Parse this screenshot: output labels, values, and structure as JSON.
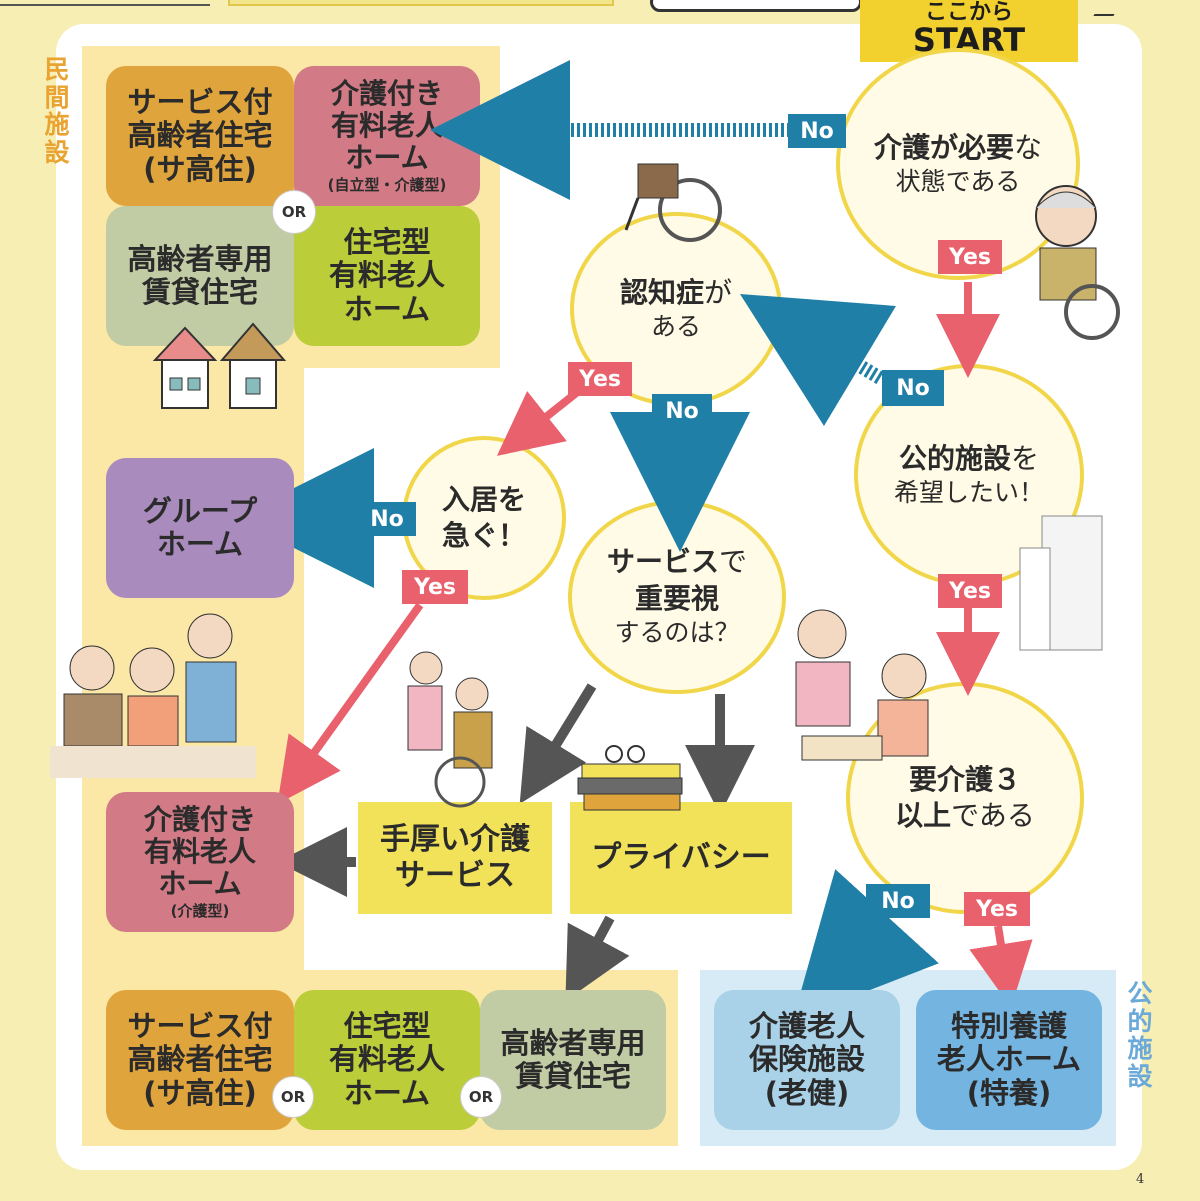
{
  "start": {
    "line1": "ここから",
    "line2": "START"
  },
  "side_labels": {
    "private": "民間施設",
    "public": "公的施設"
  },
  "questions": {
    "q1": {
      "strong": "介護が必要",
      "soft": "な",
      "line2": "状態である"
    },
    "q2": {
      "strong": "認知症",
      "soft": "が",
      "line2": "ある"
    },
    "q3": {
      "strong": "公的施設",
      "soft": "を",
      "line2": "希望したい！"
    },
    "q4": {
      "strong": "入居を",
      "soft": "",
      "line2": "急ぐ！"
    },
    "q5": {
      "strong": "サービス",
      "soft": "で",
      "line2": "重要視",
      "line3": "するのは？"
    },
    "q6": {
      "strong": "要介護３",
      "soft": "",
      "line2": "以上",
      "line2soft": "である"
    }
  },
  "answers": {
    "yes": "Yes",
    "no": "No"
  },
  "or_label": "OR",
  "private_top": {
    "sakoju": {
      "main": "サービス付\n高齢者住宅\n(サ高住)"
    },
    "kaigo_yuryo": {
      "main": "介護付き\n有料老人\nホーム",
      "sub": "(自立型・介護型)"
    },
    "senyo": {
      "main": "高齢者専用\n賃貸住宅"
    },
    "jutaku": {
      "main": "住宅型\n有料老人\nホーム"
    }
  },
  "group_home": {
    "main": "グループ\nホーム"
  },
  "kaigo_care": {
    "main": "介護付き\n有料老人\nホーム",
    "sub": "(介護型)"
  },
  "priorities": {
    "care": "手厚い介護\nサービス",
    "privacy": "プライバシー"
  },
  "private_bottom": {
    "sakoju": "サービス付\n高齢者住宅\n(サ高住)",
    "jutaku": "住宅型\n有料老人\nホーム",
    "senyo": "高齢者専用\n賃貸住宅"
  },
  "public": {
    "roken": "介護老人\n保険施設\n(老健)",
    "tokuyo": "特別養護\n老人ホーム\n(特養)"
  },
  "page_number": "4",
  "colors": {
    "orange": "#e0a43c",
    "pink": "#d27a85",
    "sage": "#c2cca4",
    "lime": "#bccd3a",
    "purple": "#a98bbd",
    "yellow": "#f1e25a",
    "blue_light": "#a9d2e8",
    "blue": "#74b4e0",
    "yes": "#e8616d",
    "no": "#1f7fa6",
    "private_label": "#e9a331",
    "public_label": "#6aa9d8"
  }
}
